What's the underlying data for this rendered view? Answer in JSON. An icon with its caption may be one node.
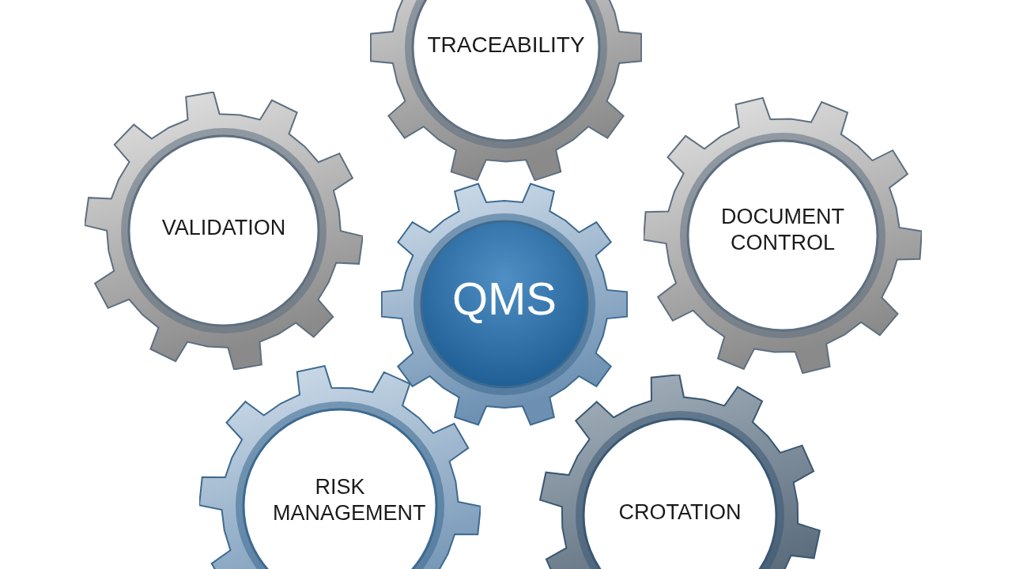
{
  "diagram": {
    "nodes": [
      {
        "text": [
          "TRACEABILITY"
        ]
      },
      {
        "text": [
          "VALIDATION"
        ]
      },
      {
        "text": [
          "DOCUMENT CONTROL"
        ]
      },
      {
        "text": [
          "QMS"
        ]
      },
      {
        "text": [
          "RISK MANAGEMENT"
        ]
      },
      {
        "text": [
          "CROTATION"
        ]
      }
    ]
  }
}
